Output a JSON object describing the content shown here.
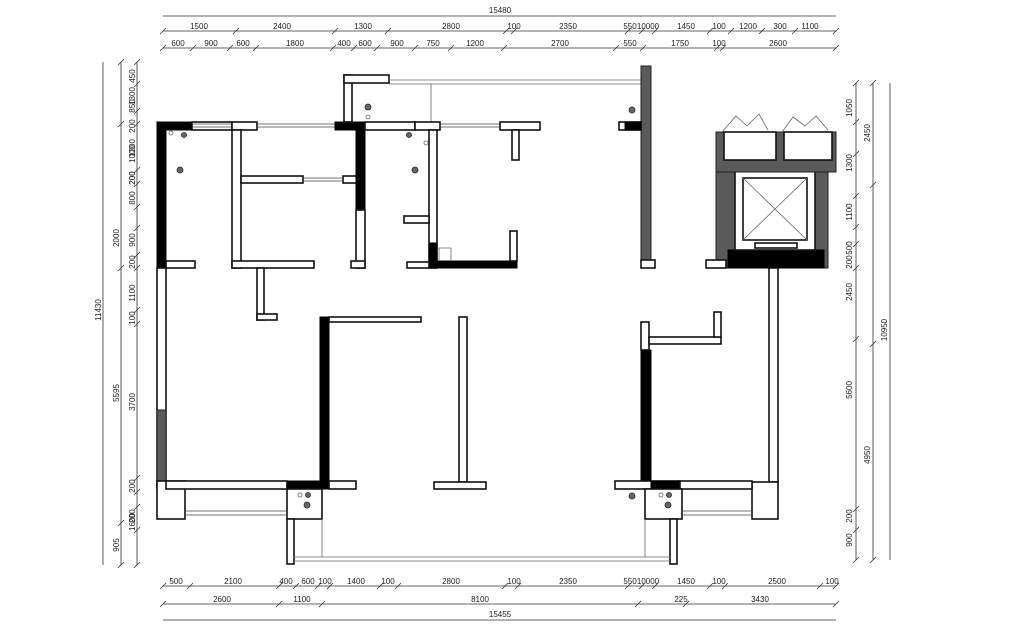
{
  "dimensions": {
    "top_total": "15480",
    "top_row1": [
      "1500",
      "2400",
      "1300",
      "2800",
      "100",
      "2350",
      "550",
      "10000",
      "1450",
      "100",
      "1200",
      "300",
      "1100"
    ],
    "top_row2": [
      "600",
      "900",
      "600",
      "1800",
      "400",
      "600",
      "900",
      "750",
      "1200",
      "2700",
      "550",
      "1750",
      "100",
      "2600"
    ],
    "bottom_row1": [
      "500",
      "2100",
      "400",
      "600",
      "100",
      "1400",
      "100",
      "2800",
      "100",
      "2350",
      "550",
      "10000",
      "1450",
      "100",
      "2500",
      "100"
    ],
    "bottom_row2": [
      "2600",
      "1100",
      "8100",
      "225",
      "3430"
    ],
    "bottom_total": "15455",
    "left_outer": [
      "11430"
    ],
    "left_mid": [
      "2000",
      "5595",
      "905"
    ],
    "left_inner": [
      "450",
      "1300",
      "850",
      "200",
      "1200",
      "200",
      "1000",
      "200",
      "800",
      "900",
      "200",
      "1100",
      "100",
      "3700",
      "200",
      "200",
      "1600"
    ],
    "right_inner": [
      "1050",
      "1300",
      "1100",
      "500",
      "200",
      "2450",
      "5600",
      "200",
      "900"
    ],
    "right_mid": [
      "2450",
      "4950"
    ],
    "right_outer": [
      "10950"
    ]
  }
}
